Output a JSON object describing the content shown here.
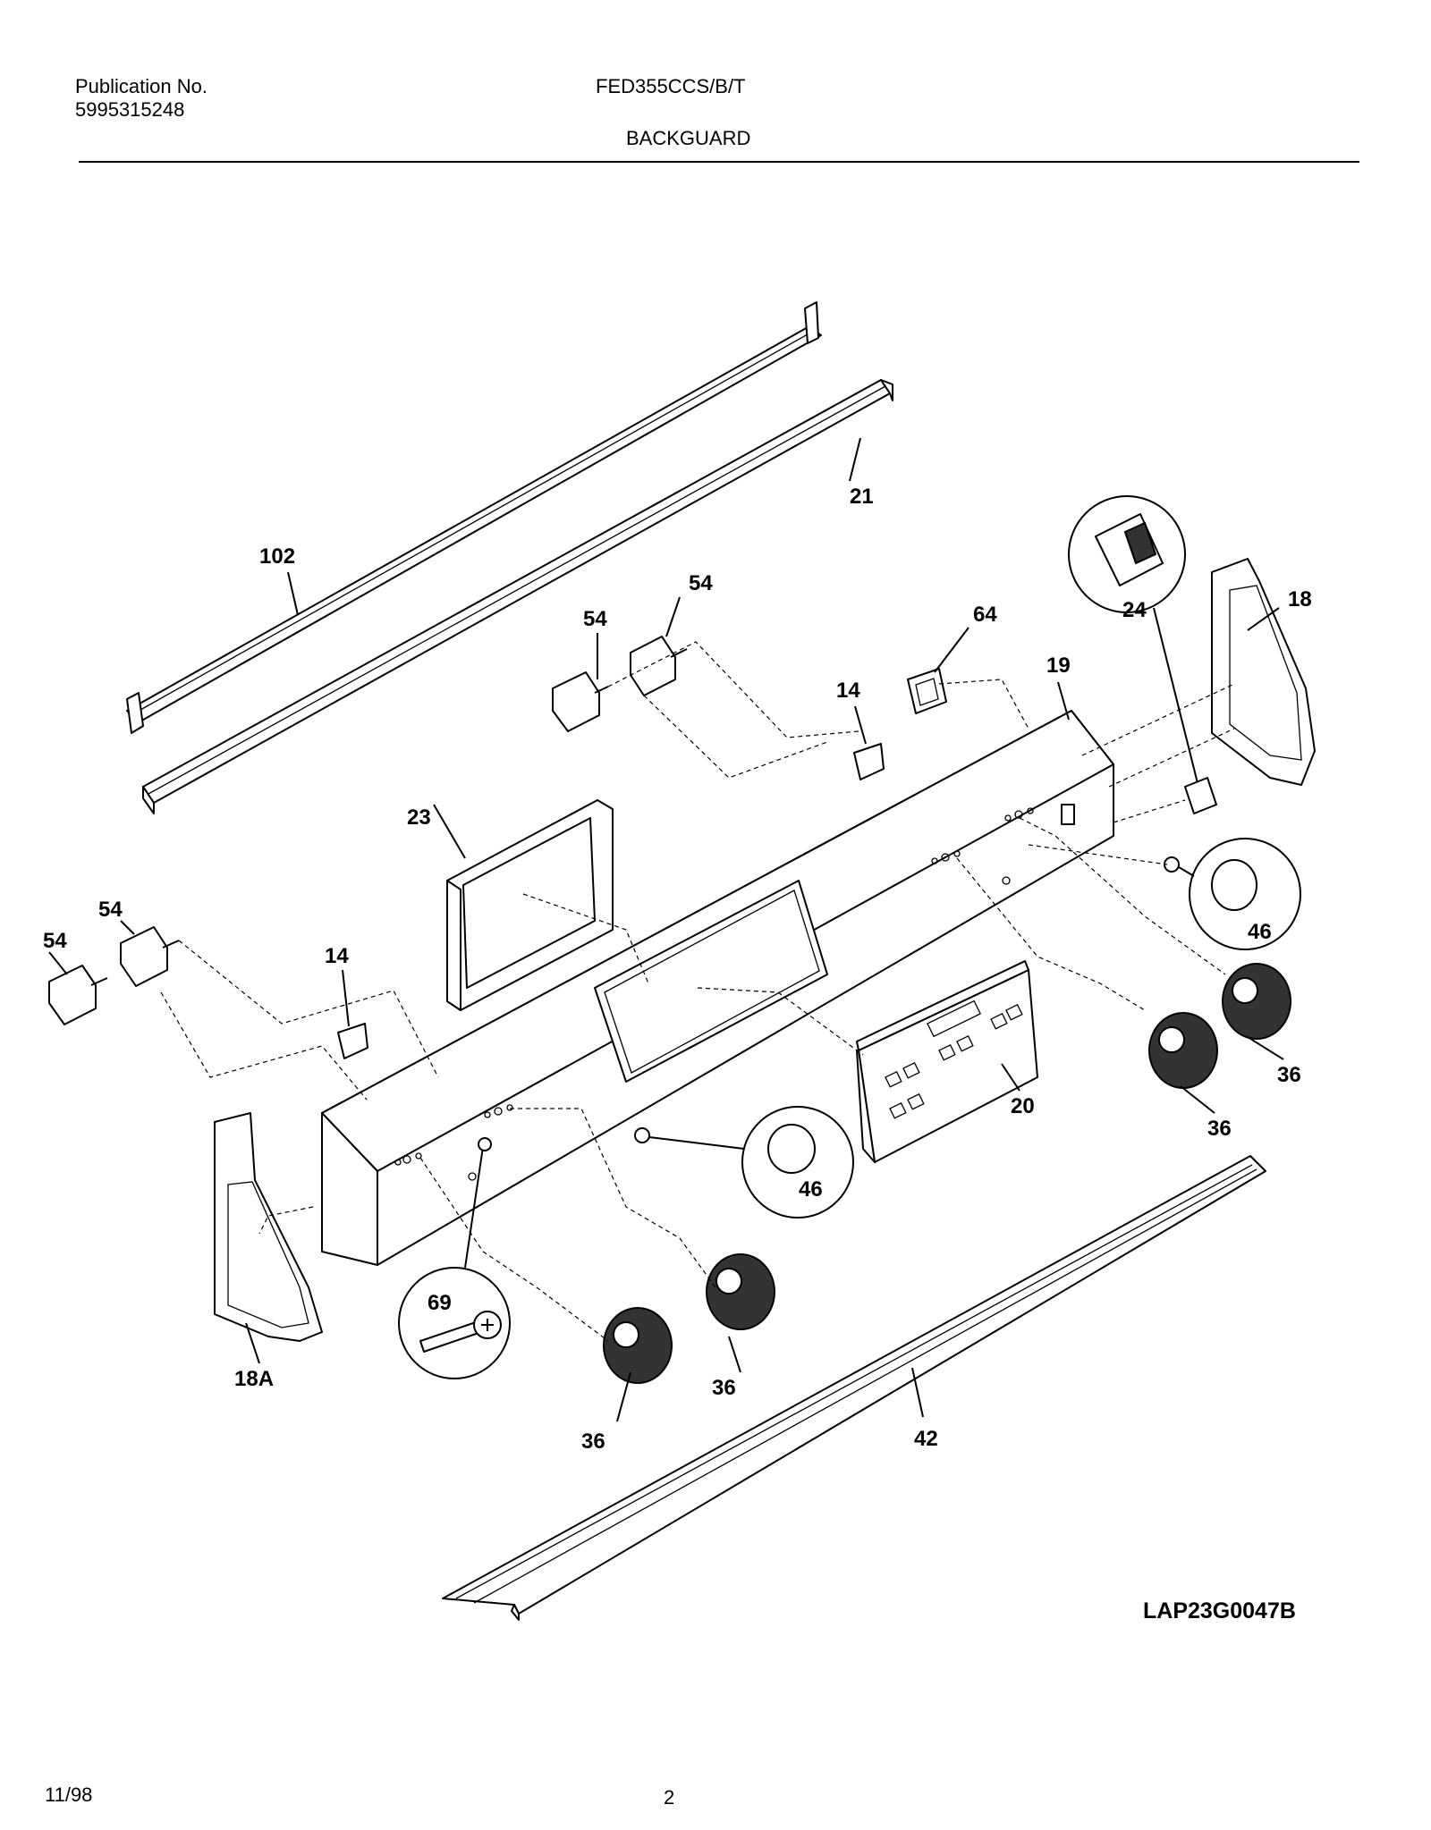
{
  "header": {
    "publication_label": "Publication No.",
    "publication_number": "5995315248",
    "model": "FED355CCS/B/T",
    "section_title": "BACKGUARD"
  },
  "diagram": {
    "reference_code": "LAP23G0047B",
    "callouts": {
      "c102": "102",
      "c21": "21",
      "c54a": "54",
      "c54b": "54",
      "c54c": "54",
      "c54d": "54",
      "c64": "64",
      "c14a": "14",
      "c14b": "14",
      "c19": "19",
      "c24": "24",
      "c18": "18",
      "c23": "23",
      "c46a": "46",
      "c46b": "46",
      "c20": "20",
      "c36a": "36",
      "c36b": "36",
      "c36c": "36",
      "c36d": "36",
      "c69": "69",
      "c18a": "18A",
      "c42": "42"
    }
  },
  "footer": {
    "date": "11/98",
    "page_number": "2"
  }
}
